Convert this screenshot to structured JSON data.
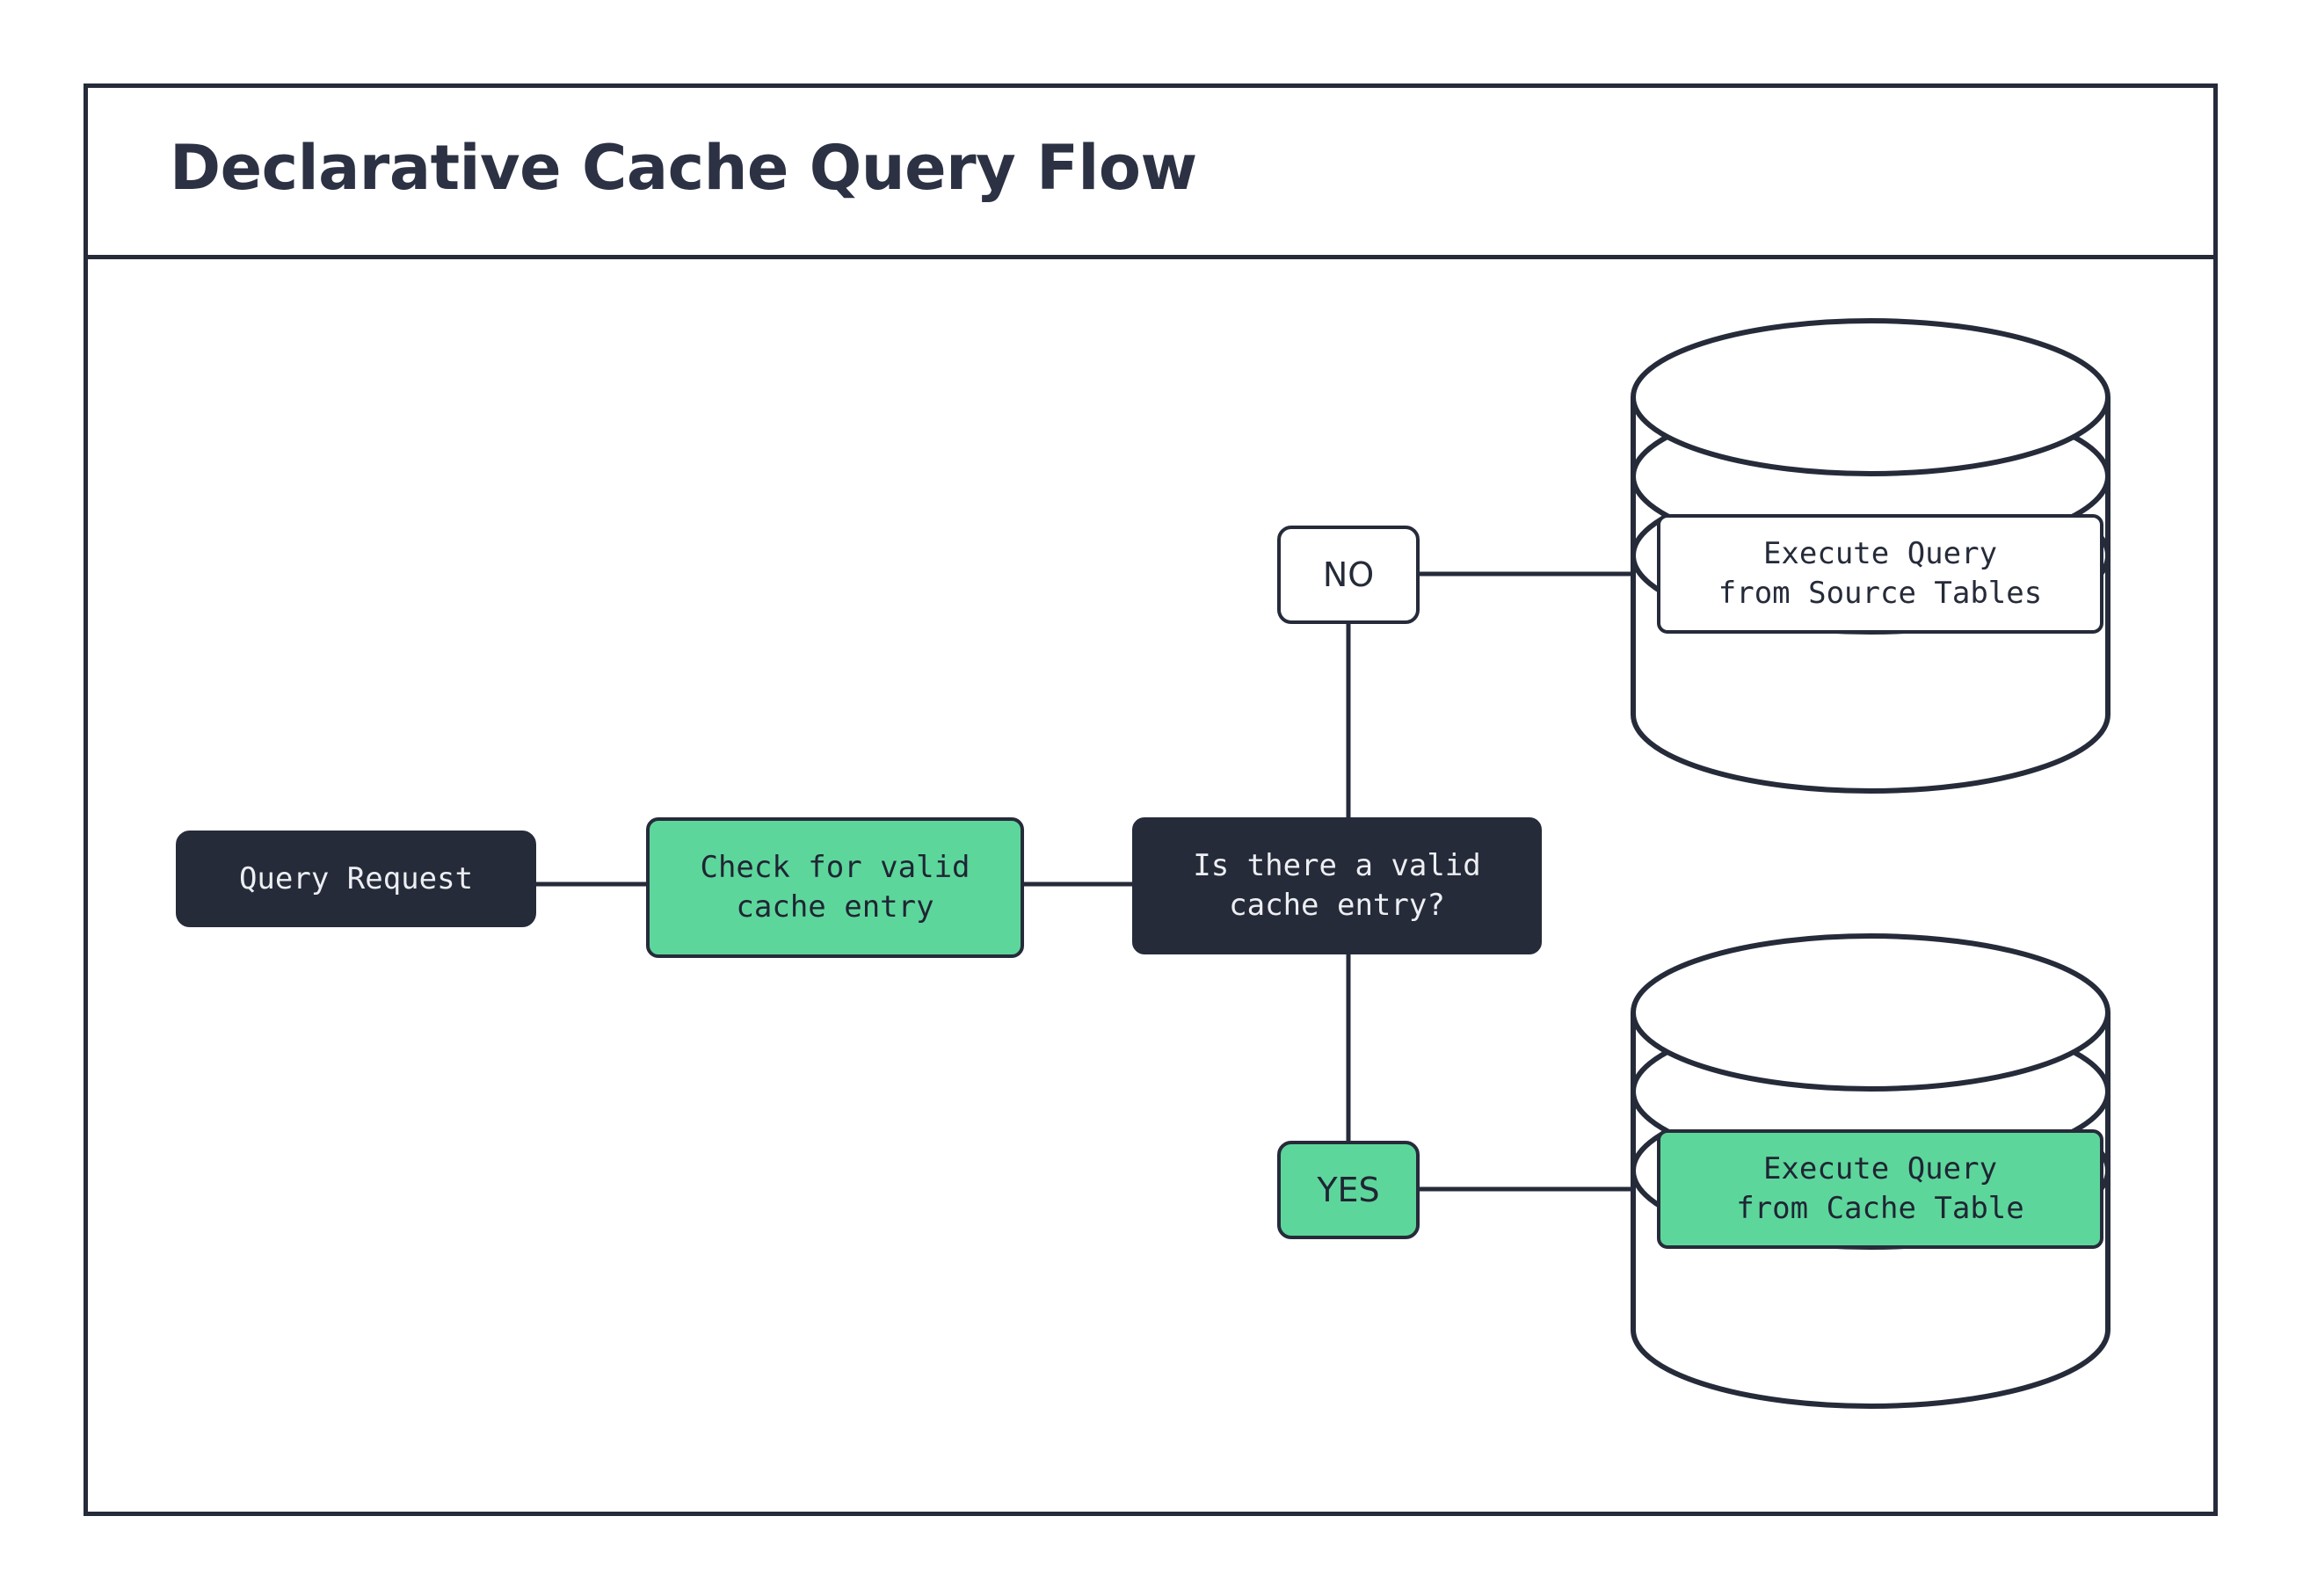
{
  "diagram": {
    "title": "Declarative Cache Query Flow",
    "colors": {
      "dark": "#262b3a",
      "green": "#5dd69b",
      "white": "#ffffff",
      "title_text": "#2c3244",
      "light_text": "#eceef2"
    },
    "nodes": {
      "query_request": "Query Request",
      "check_cache": "Check for valid\ncache entry",
      "decision": "Is there a valid\ncache entry?",
      "label_no": "NO",
      "label_yes": "YES",
      "exec_source": "Execute Query\nfrom Source Tables",
      "exec_cache": "Execute Query\nfrom Cache Table"
    },
    "shapes": {
      "source_database": "database-cylinder",
      "cache_database": "database-cylinder"
    },
    "edges": [
      {
        "from": "query_request",
        "to": "check_cache",
        "label": ""
      },
      {
        "from": "check_cache",
        "to": "decision",
        "label": ""
      },
      {
        "from": "decision",
        "to": "label_no",
        "label": "NO"
      },
      {
        "from": "label_no",
        "to": "exec_source",
        "label": ""
      },
      {
        "from": "decision",
        "to": "label_yes",
        "label": "YES"
      },
      {
        "from": "label_yes",
        "to": "exec_cache",
        "label": ""
      }
    ]
  }
}
